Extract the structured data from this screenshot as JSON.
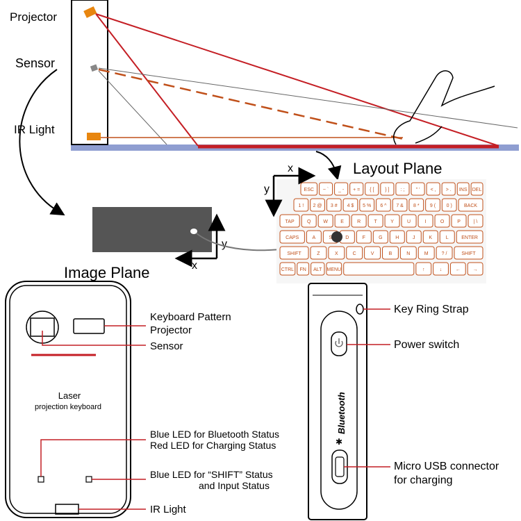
{
  "top": {
    "projector": "Projector",
    "sensor": "Sensor",
    "ir_light": "IR Light",
    "layout_plane": "Layout Plane",
    "image_plane": "Image Plane",
    "axis_x": "x",
    "axis_y": "y"
  },
  "keyboard": {
    "rows": [
      [
        "ESC",
        "~ `",
        "_ -",
        "+ =",
        "{ [",
        "} ]",
        ": ;",
        "\" '",
        "< ,",
        "> .",
        "INS",
        "DEL"
      ],
      [
        "1 !",
        "2 @",
        "3 #",
        "4 $",
        "5 %",
        "6 ^",
        "7 &",
        "8 *",
        "9 (",
        "0 )",
        "BACK"
      ],
      [
        "TAP",
        "Q",
        "W",
        "E",
        "R",
        "T",
        "Y",
        "U",
        "I",
        "O",
        "P",
        "| \\"
      ],
      [
        "CAPS",
        "A",
        "S",
        "D",
        "F",
        "G",
        "H",
        "J",
        "K",
        "L",
        "ENTER"
      ],
      [
        "SHIFT",
        "Z",
        "X",
        "C",
        "V",
        "B",
        "N",
        "M",
        "? /",
        "SHIFT"
      ],
      [
        "CTRL",
        "FN",
        "ALT",
        "MENU",
        "",
        "↑",
        "↓",
        "←",
        "→"
      ]
    ]
  },
  "front_device": {
    "keyboard_pattern_projector": [
      "Keyboard Pattern",
      "Projector"
    ],
    "sensor": "Sensor",
    "product_name": "Laser",
    "product_subtitle": "projection keyboard",
    "led_status": [
      "Blue LED for Bluetooth Status",
      "Red LED for Charging Status"
    ],
    "shift_status": [
      "Blue LED for “SHIFT” Status",
      "and Input Status"
    ],
    "ir_light": "IR Light"
  },
  "side_device": {
    "key_ring_strap": "Key Ring Strap",
    "power_switch": "Power switch",
    "bluetooth": "Bluetooth",
    "usb": [
      "Micro USB connector",
      "for charging"
    ]
  },
  "colors": {
    "beam_red": "#c41e24",
    "projector_orange": "#e8860f",
    "surface_blue": "#8f9ed1",
    "key_orange": "#c0501a",
    "sensor_panel": "#555555"
  }
}
